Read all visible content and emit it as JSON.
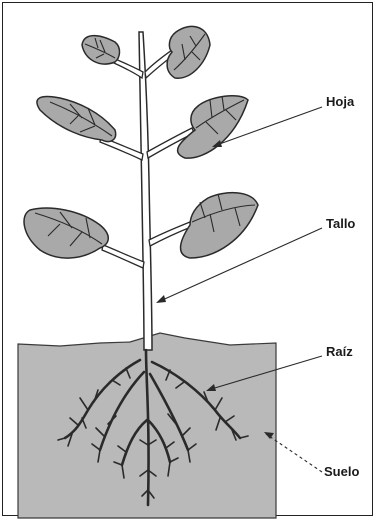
{
  "labels": {
    "hoja": "Hoja",
    "tallo": "Tallo",
    "raiz": "Raíz",
    "suelo": "Suelo"
  },
  "colors": {
    "leaf_fill": "#a9a9a9",
    "soil_fill": "#b9b9b9",
    "stem_fill": "#ffffff",
    "outline": "#2a2a2a"
  }
}
